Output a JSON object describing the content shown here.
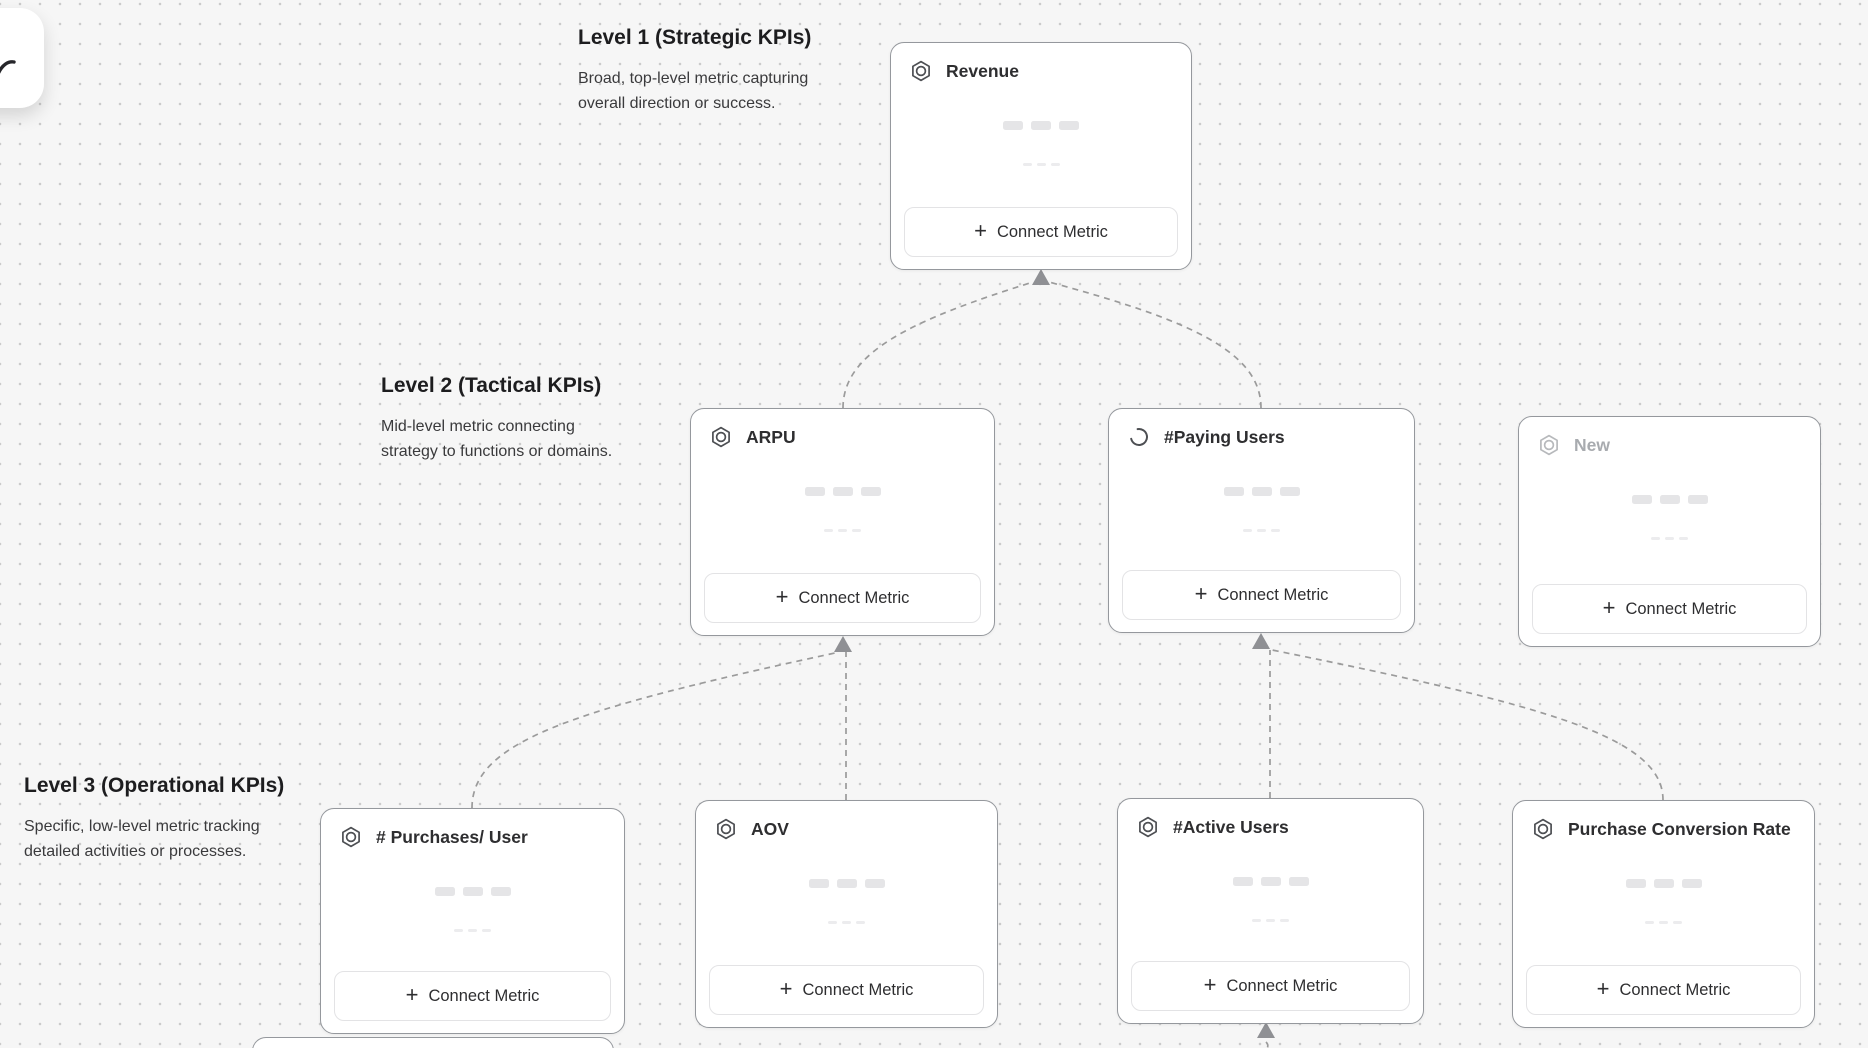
{
  "ui": {
    "connect_metric_label": "Connect Metric",
    "plus_icon": "+"
  },
  "levels": [
    {
      "title": "Level 1 (Strategic KPIs)",
      "desc_line1": "Broad, top-level metric capturing",
      "desc_line2": "overall direction or success."
    },
    {
      "title": "Level 2 (Tactical KPIs)",
      "desc_line1": "Mid-level metric connecting",
      "desc_line2": "strategy to functions or domains."
    },
    {
      "title": "Level 3 (Operational KPIs)",
      "desc_line1": "Specific, low-level metric tracking",
      "desc_line2": "detailed activities or processes."
    }
  ],
  "cards": [
    {
      "title": "Revenue",
      "icon": "metric-hexagon-icon",
      "state": "default"
    },
    {
      "title": "ARPU",
      "icon": "metric-hexagon-icon",
      "state": "default"
    },
    {
      "title": "#Paying Users",
      "icon": "spinner-icon",
      "state": "loading"
    },
    {
      "title": "New",
      "icon": "metric-hexagon-icon",
      "state": "draft"
    },
    {
      "title": "# Purchases/ User",
      "icon": "metric-hexagon-icon",
      "state": "default"
    },
    {
      "title": "AOV",
      "icon": "metric-hexagon-icon",
      "state": "default"
    },
    {
      "title": "#Active Users",
      "icon": "metric-hexagon-icon",
      "state": "default"
    },
    {
      "title": "Purchase Conversion Rate",
      "icon": "metric-hexagon-icon",
      "state": "default"
    }
  ],
  "colors": {
    "canvas_bg": "#f6f6f6",
    "dot": "#cbcbcb",
    "card_border": "#95989d",
    "connector": "#9b9b9b",
    "arrow": "#8f9094",
    "title_text": "#2e2e30",
    "draft_text": "#a8abaf",
    "skeleton": "#e5e5e7"
  }
}
